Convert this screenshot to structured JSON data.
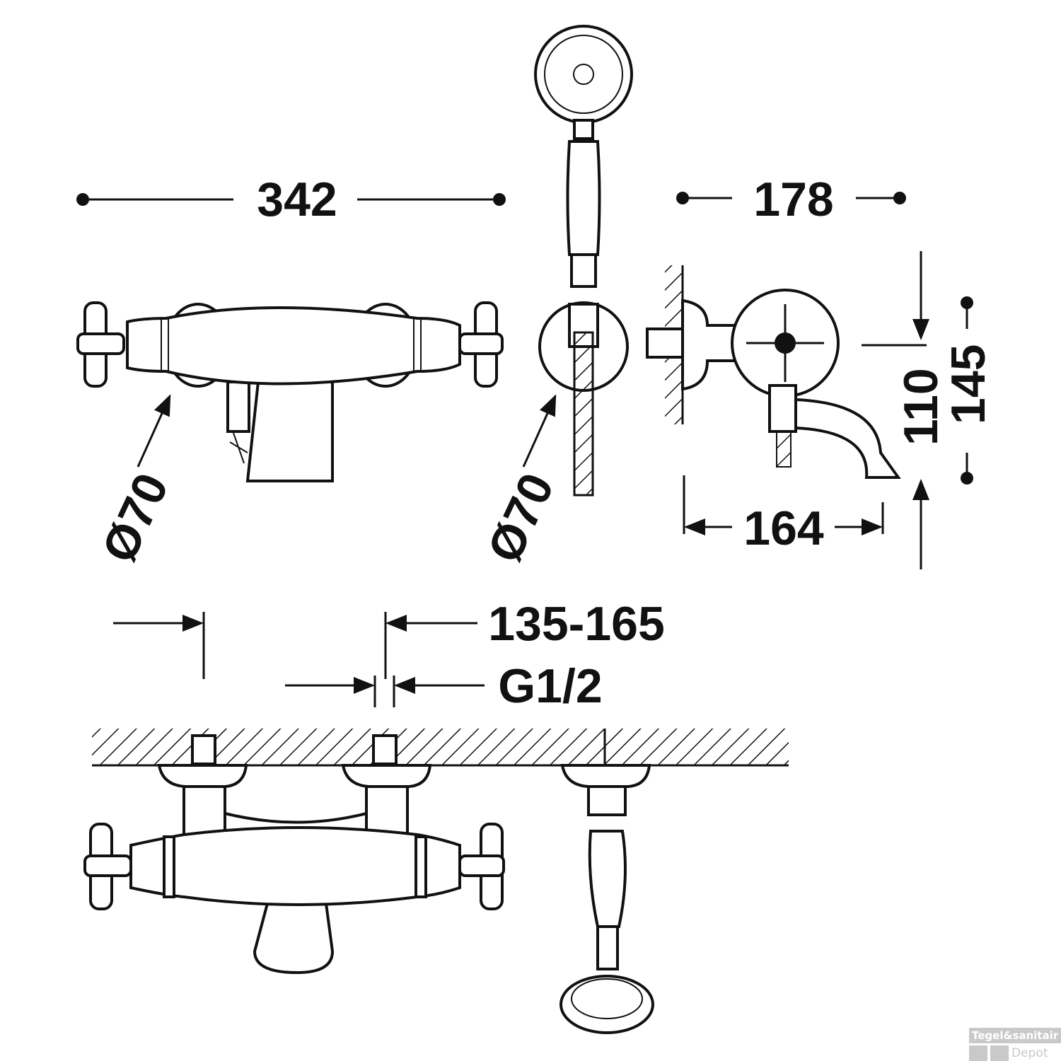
{
  "dimensions": {
    "width_front": "342",
    "depth_side": "178",
    "height_110": "110",
    "height_145": "145",
    "spout_reach": "164",
    "diameter_body": "Ø70",
    "diameter_bracket": "Ø70",
    "centers": "135-165",
    "thread": "G1/2"
  },
  "watermark": {
    "line1": "Tegel&sanitair",
    "line2": "Depot"
  }
}
